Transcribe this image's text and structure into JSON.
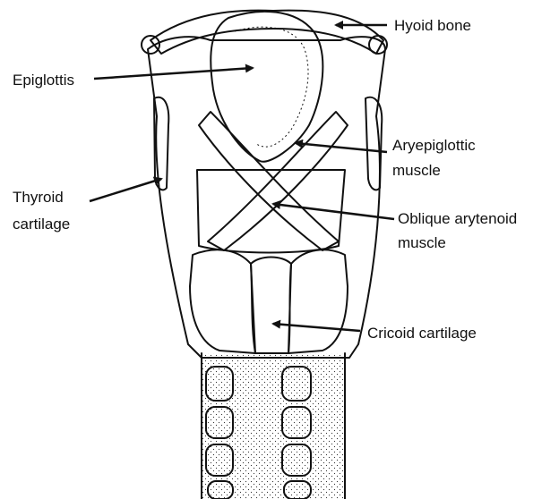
{
  "labels": {
    "hyoid_bone": "Hyoid bone",
    "epiglottis": "Epiglottis",
    "aryepiglottic_line1": "Aryepiglottic",
    "aryepiglottic_line2": "muscle",
    "thyroid_line1": "Thyroid",
    "thyroid_line2": "cartilage",
    "oblique_line1": "Oblique arytenoid",
    "oblique_line2": "muscle",
    "cricoid": "Cricoid cartilage"
  },
  "colors": {
    "ink": "#111111",
    "paper": "#ffffff"
  }
}
